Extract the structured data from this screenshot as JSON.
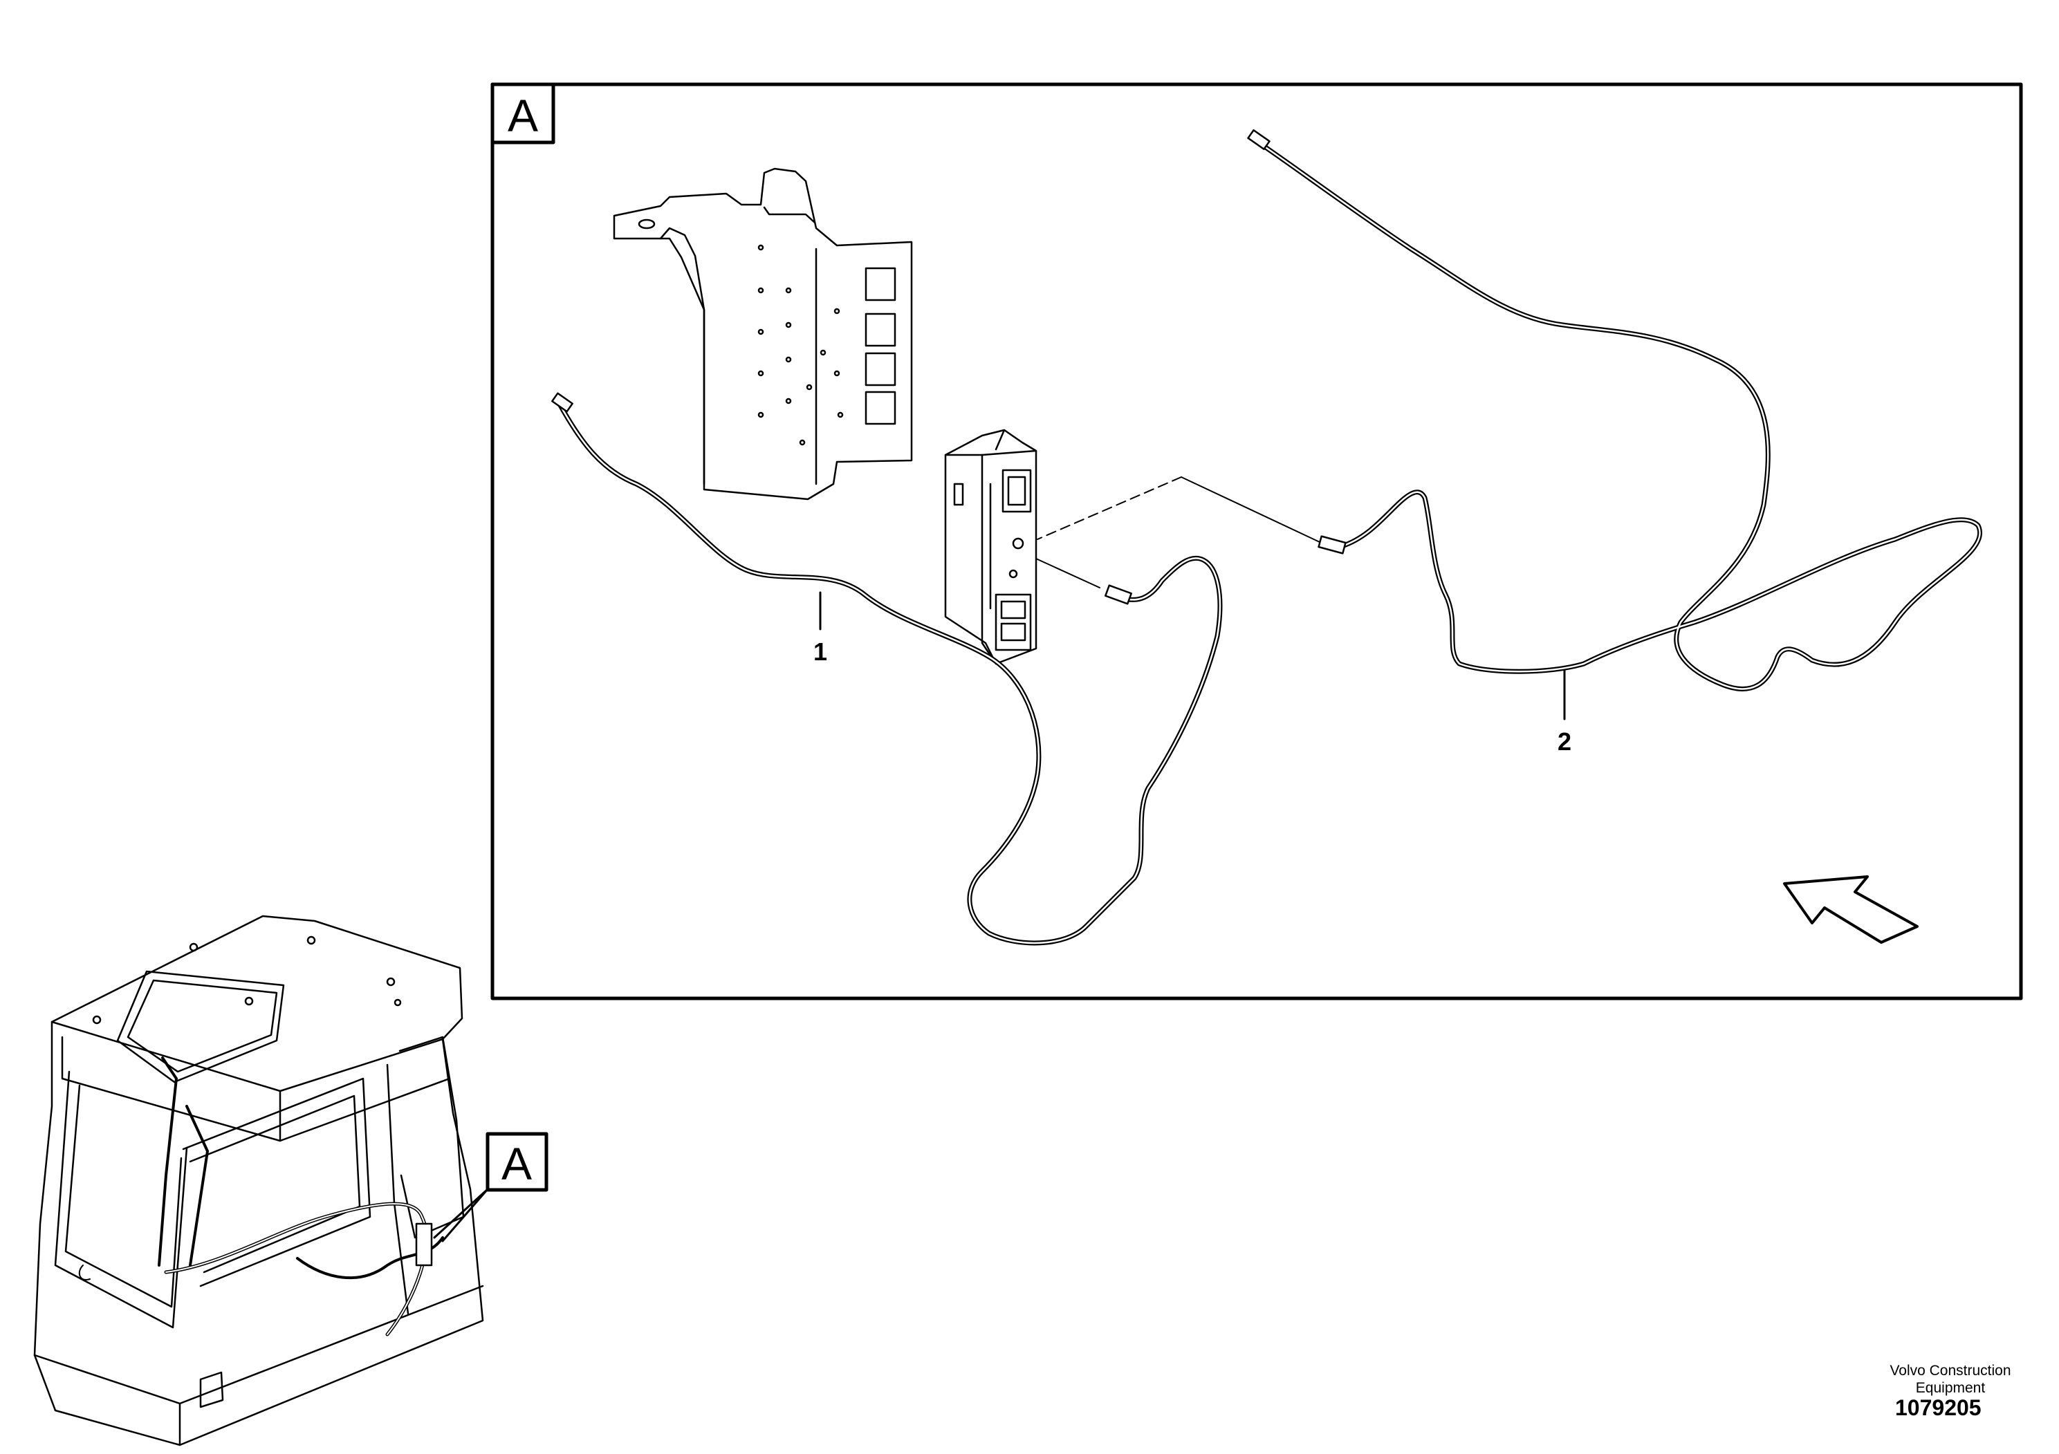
{
  "view_label": "A",
  "callouts": [
    "1",
    "2"
  ],
  "footer": {
    "brand_line1": "Volvo Construction",
    "brand_line2": "Equipment",
    "reference_number": "1079205"
  },
  "colors": {
    "line": "#000000",
    "background": "#ffffff"
  },
  "icons": [
    "direction-arrow-icon",
    "detail-box-label"
  ]
}
